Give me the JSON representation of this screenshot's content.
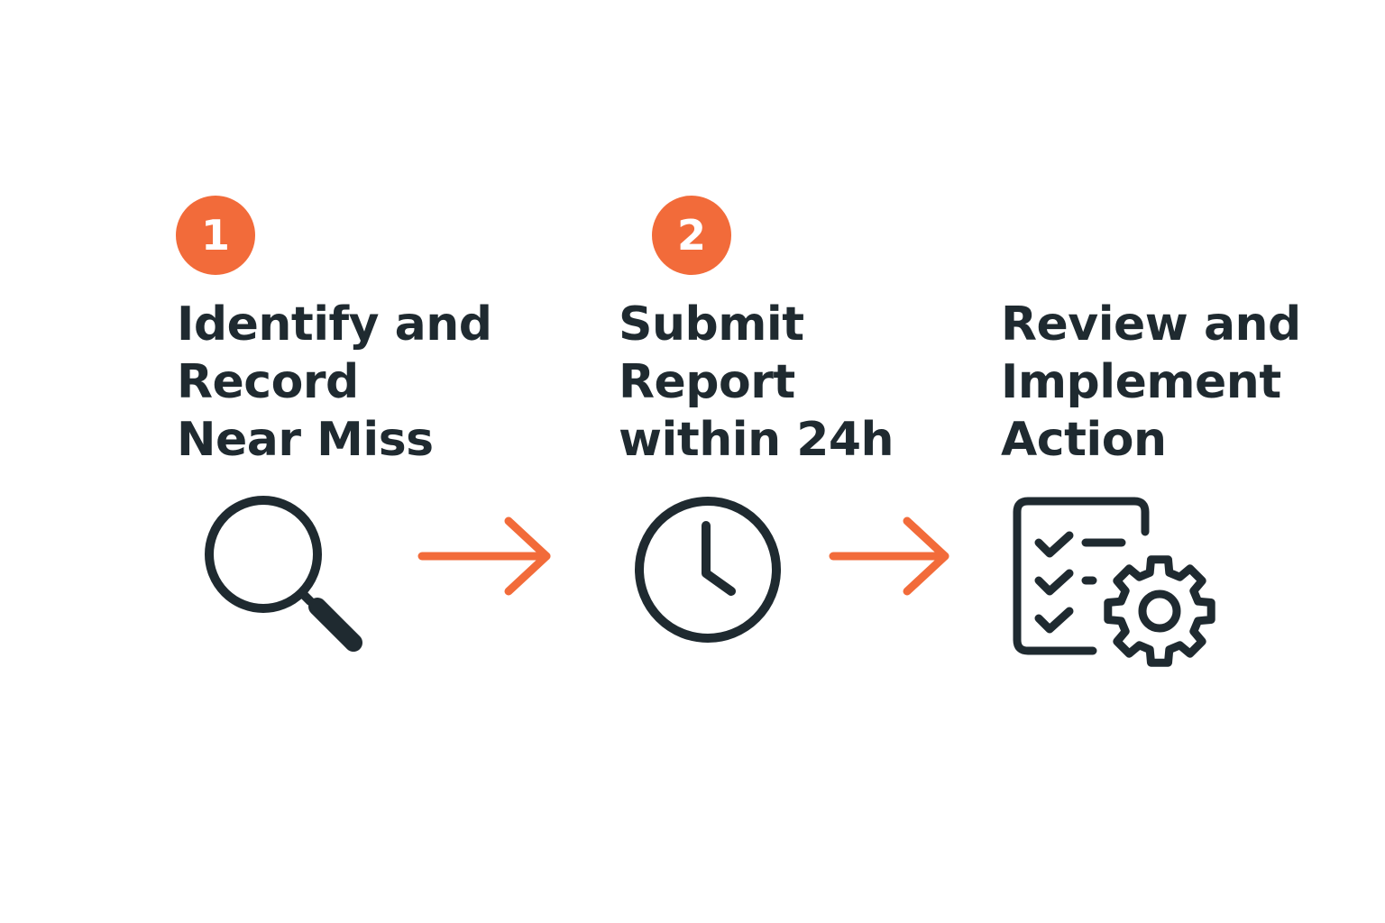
{
  "colors": {
    "accent": "#f26b3a",
    "ink": "#1f2a30",
    "background": "#ffffff"
  },
  "steps": [
    {
      "number": "1",
      "title_lines": [
        "Identify and",
        "Record",
        "Near Miss"
      ],
      "icon": "magnifier-icon"
    },
    {
      "number": "2",
      "title_lines": [
        "Submit",
        "Report",
        "within 24h"
      ],
      "icon": "clock-icon"
    },
    {
      "title_lines": [
        "Review and",
        "Implement",
        "Action"
      ],
      "icon": "checklist-gear-icon"
    }
  ],
  "connectors": [
    "arrow-right-icon",
    "arrow-right-icon"
  ]
}
